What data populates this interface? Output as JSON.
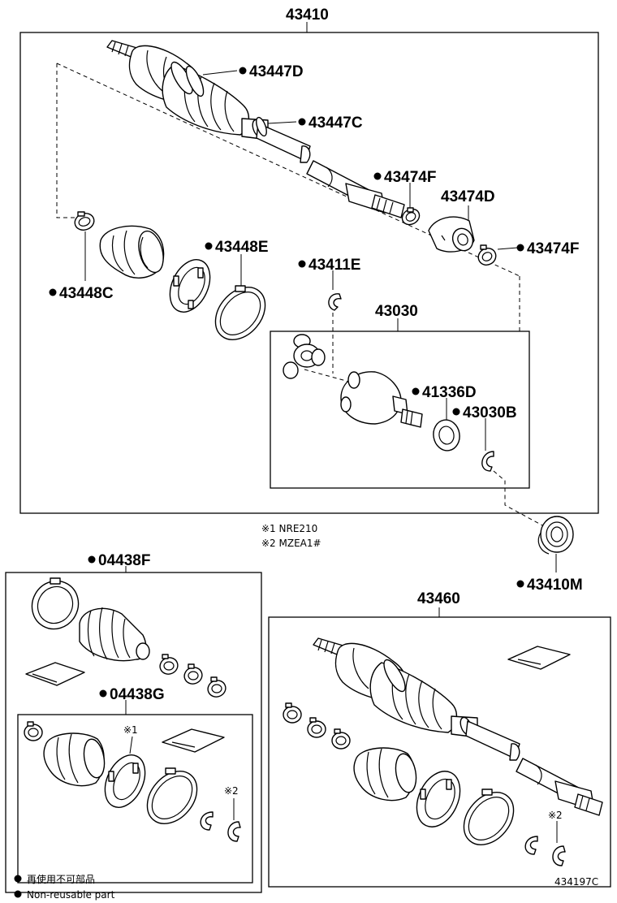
{
  "assembly": {
    "main_part": "43410",
    "rh_part": "43460",
    "bearing_part": "43410M",
    "boot_kit_outer": "04438F",
    "boot_kit_inner": "04438G",
    "joint_part": "43030",
    "parts": {
      "p43447D": "43447D",
      "p43447C": "43447C",
      "p43474F_1": "43474F",
      "p43474D": "43474D",
      "p43474F_2": "43474F",
      "p43448C": "43448C",
      "p43448E": "43448E",
      "p43411E": "43411E",
      "p41336D": "41336D",
      "p43030B": "43030B"
    }
  },
  "notes": {
    "n1": "※1 NRE210",
    "n2": "※2 MZEA1#",
    "ref1": "※1",
    "ref2a": "※2",
    "ref2b": "※2"
  },
  "legend": {
    "jp": "再使用不可部品",
    "en": "Non-reusable part"
  },
  "diagram_code": "434197C"
}
